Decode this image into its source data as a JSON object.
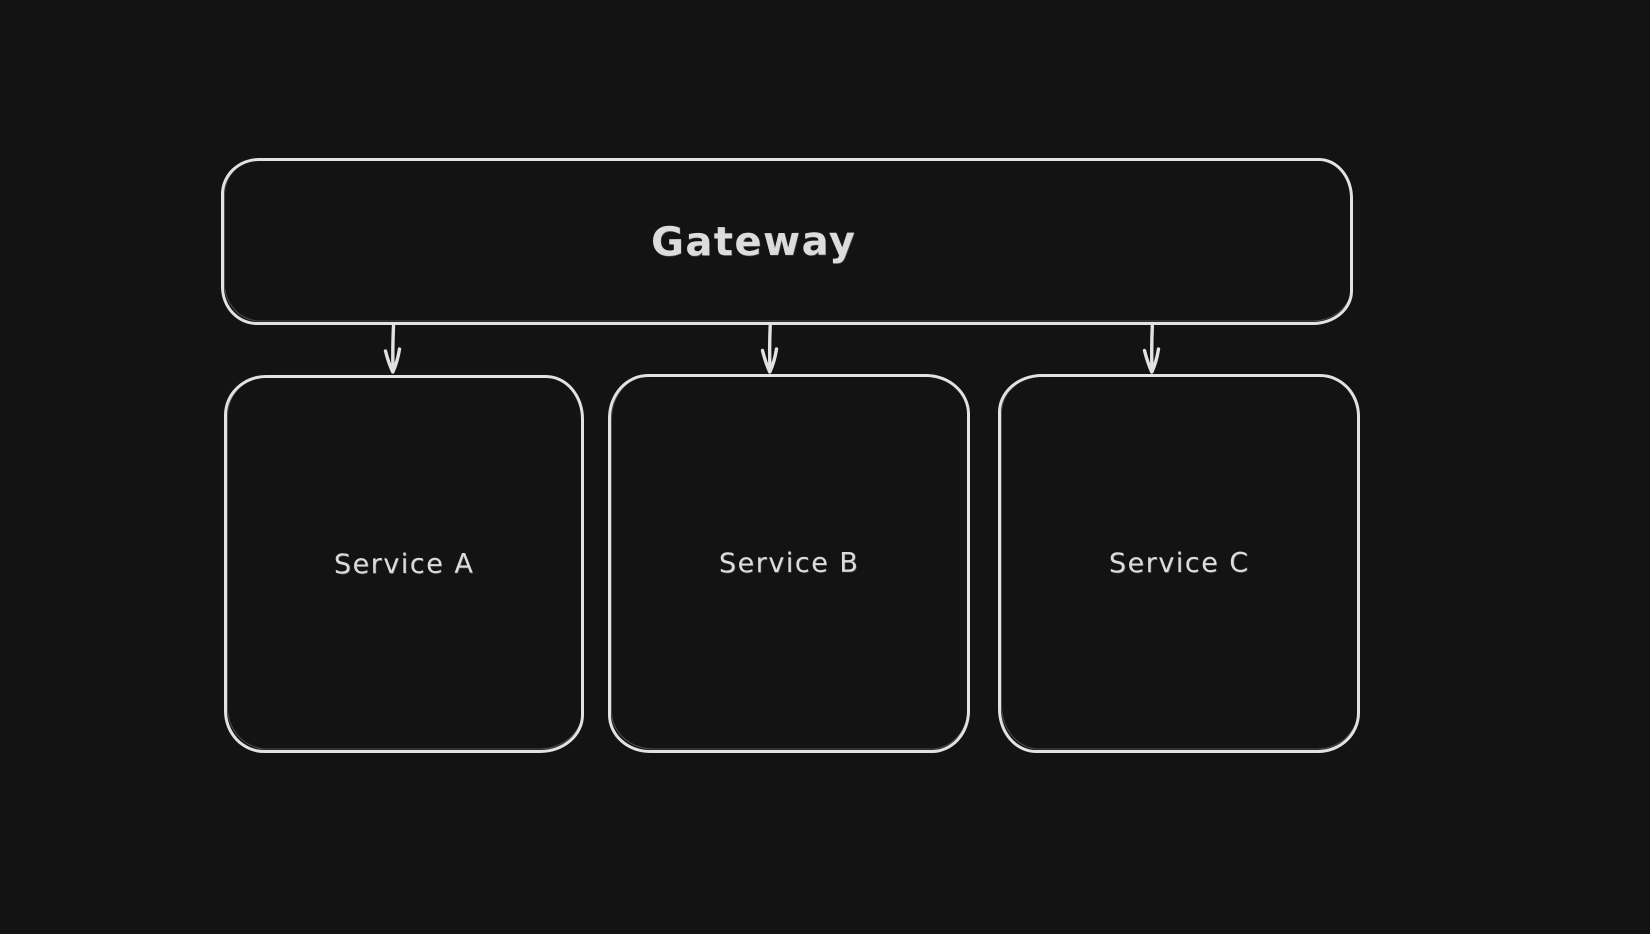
{
  "app": {
    "kind": "whiteboard-diagram",
    "theme": "dark"
  },
  "colors": {
    "background": "#131313",
    "stroke": "#e2e2e2",
    "text": "#dcdcdc"
  },
  "diagram": {
    "nodes": [
      {
        "id": "gateway",
        "label": "Gateway",
        "shape": "rounded-rectangle"
      },
      {
        "id": "service-a",
        "label": "Service A",
        "shape": "rounded-rectangle"
      },
      {
        "id": "service-b",
        "label": "Service B",
        "shape": "rounded-rectangle"
      },
      {
        "id": "service-c",
        "label": "Service C",
        "shape": "rounded-rectangle"
      }
    ],
    "edges": [
      {
        "from": "gateway",
        "to": "service-a",
        "style": "arrow-down"
      },
      {
        "from": "gateway",
        "to": "service-b",
        "style": "arrow-down"
      },
      {
        "from": "gateway",
        "to": "service-c",
        "style": "arrow-down"
      }
    ]
  }
}
